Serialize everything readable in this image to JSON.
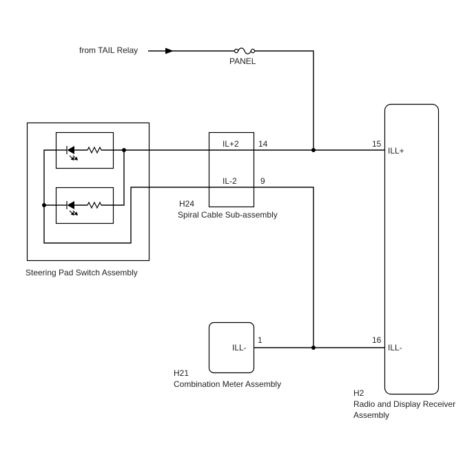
{
  "colors": {
    "wire": "#000000",
    "text": "#222222"
  },
  "supply": {
    "source_label": "from TAIL Relay",
    "fuse_label": "PANEL"
  },
  "steering_pad_switch": {
    "name": "Steering Pad Switch Assembly"
  },
  "spiral_cable": {
    "connector_id": "H24",
    "name": "Spiral Cable Sub-assembly",
    "pins": [
      {
        "terminal": "IL+2",
        "pin": "14"
      },
      {
        "terminal": "IL-2",
        "pin": "9"
      }
    ]
  },
  "radio_receiver": {
    "connector_id": "H2",
    "name_lines": [
      "Radio and Display Receiver",
      "Assembly"
    ],
    "pins": [
      {
        "terminal": "ILL+",
        "pin": "15"
      },
      {
        "terminal": "ILL-",
        "pin": "16"
      }
    ]
  },
  "combination_meter": {
    "connector_id": "H21",
    "name": "Combination Meter Assembly",
    "pins": [
      {
        "terminal": "ILL-",
        "pin": "1"
      }
    ]
  }
}
